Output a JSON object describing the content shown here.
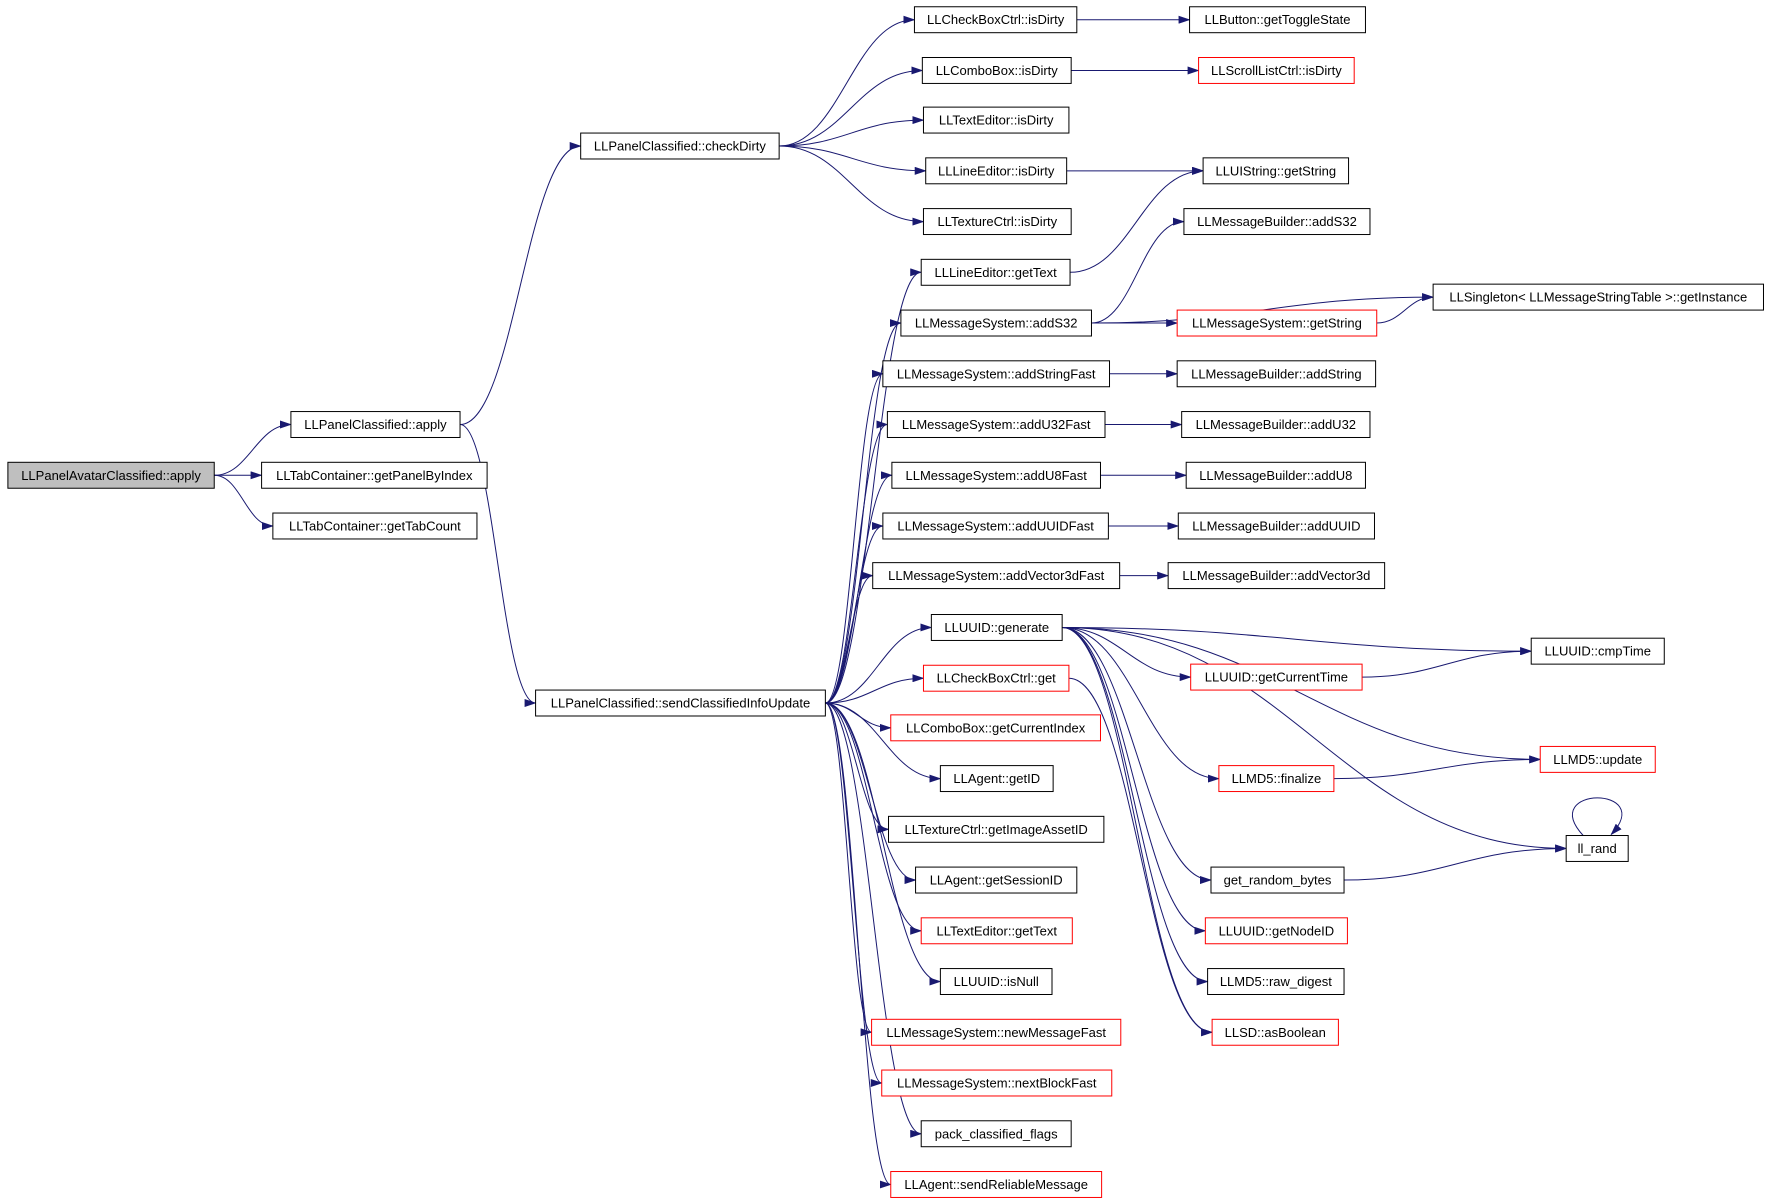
{
  "colors": {
    "edge": "#191970",
    "truncated_border": "#ff0000",
    "root_fill": "#bfbfbf"
  },
  "nodes": [
    {
      "id": "root",
      "label": "LLPanelAvatarClassified::apply",
      "kind": "root"
    },
    {
      "id": "pc_apply",
      "label": "LLPanelClassified::apply",
      "kind": "normal"
    },
    {
      "id": "tab_getPanel",
      "label": "LLTabContainer::getPanelByIndex",
      "kind": "normal"
    },
    {
      "id": "tab_getCount",
      "label": "LLTabContainer::getTabCount",
      "kind": "normal"
    },
    {
      "id": "checkDirty",
      "label": "LLPanelClassified::checkDirty",
      "kind": "normal"
    },
    {
      "id": "sendInfo",
      "label": "LLPanelClassified::sendClassifiedInfoUpdate",
      "kind": "normal"
    },
    {
      "id": "cb_isDirty",
      "label": "LLCheckBoxCtrl::isDirty",
      "kind": "normal"
    },
    {
      "id": "combo_isDirty",
      "label": "LLComboBox::isDirty",
      "kind": "normal"
    },
    {
      "id": "te_isDirty",
      "label": "LLTextEditor::isDirty",
      "kind": "normal"
    },
    {
      "id": "le_isDirty",
      "label": "LLLineEditor::isDirty",
      "kind": "normal"
    },
    {
      "id": "tex_isDirty",
      "label": "LLTextureCtrl::isDirty",
      "kind": "normal"
    },
    {
      "id": "btn_toggle",
      "label": "LLButton::getToggleState",
      "kind": "normal"
    },
    {
      "id": "sl_isDirty",
      "label": "LLScrollListCtrl::isDirty",
      "kind": "truncated"
    },
    {
      "id": "uistring",
      "label": "LLUIString::getString",
      "kind": "normal"
    },
    {
      "id": "le_getText",
      "label": "LLLineEditor::getText",
      "kind": "normal"
    },
    {
      "id": "ms_addS32",
      "label": "LLMessageSystem::addS32",
      "kind": "normal"
    },
    {
      "id": "mb_addS32",
      "label": "LLMessageBuilder::addS32",
      "kind": "normal"
    },
    {
      "id": "ms_getString",
      "label": "LLMessageSystem::getString",
      "kind": "truncated"
    },
    {
      "id": "singleton",
      "label": "LLSingleton< LLMessageStringTable >::getInstance",
      "kind": "normal"
    },
    {
      "id": "ms_addStrFast",
      "label": "LLMessageSystem::addStringFast",
      "kind": "normal"
    },
    {
      "id": "mb_addString",
      "label": "LLMessageBuilder::addString",
      "kind": "normal"
    },
    {
      "id": "ms_addU32",
      "label": "LLMessageSystem::addU32Fast",
      "kind": "normal"
    },
    {
      "id": "mb_addU32",
      "label": "LLMessageBuilder::addU32",
      "kind": "normal"
    },
    {
      "id": "ms_addU8",
      "label": "LLMessageSystem::addU8Fast",
      "kind": "normal"
    },
    {
      "id": "mb_addU8",
      "label": "LLMessageBuilder::addU8",
      "kind": "normal"
    },
    {
      "id": "ms_addUUID",
      "label": "LLMessageSystem::addUUIDFast",
      "kind": "normal"
    },
    {
      "id": "mb_addUUID",
      "label": "LLMessageBuilder::addUUID",
      "kind": "normal"
    },
    {
      "id": "ms_addVec",
      "label": "LLMessageSystem::addVector3dFast",
      "kind": "normal"
    },
    {
      "id": "mb_addVec",
      "label": "LLMessageBuilder::addVector3d",
      "kind": "normal"
    },
    {
      "id": "uuid_gen",
      "label": "LLUUID::generate",
      "kind": "normal"
    },
    {
      "id": "uuid_cmp",
      "label": "LLUUID::cmpTime",
      "kind": "normal"
    },
    {
      "id": "uuid_curtime",
      "label": "LLUUID::getCurrentTime",
      "kind": "truncated"
    },
    {
      "id": "cb_get",
      "label": "LLCheckBoxCtrl::get",
      "kind": "truncated"
    },
    {
      "id": "combo_idx",
      "label": "LLComboBox::getCurrentIndex",
      "kind": "truncated"
    },
    {
      "id": "md5_update",
      "label": "LLMD5::update",
      "kind": "truncated"
    },
    {
      "id": "agent_getID",
      "label": "LLAgent::getID",
      "kind": "normal"
    },
    {
      "id": "md5_finalize",
      "label": "LLMD5::finalize",
      "kind": "truncated"
    },
    {
      "id": "tex_asset",
      "label": "LLTextureCtrl::getImageAssetID",
      "kind": "normal"
    },
    {
      "id": "ll_rand",
      "label": "ll_rand",
      "kind": "normal"
    },
    {
      "id": "rand_bytes",
      "label": "get_random_bytes",
      "kind": "normal"
    },
    {
      "id": "agent_sess",
      "label": "LLAgent::getSessionID",
      "kind": "normal"
    },
    {
      "id": "te_getText",
      "label": "LLTextEditor::getText",
      "kind": "truncated"
    },
    {
      "id": "uuid_node",
      "label": "LLUUID::getNodeID",
      "kind": "truncated"
    },
    {
      "id": "uuid_null",
      "label": "LLUUID::isNull",
      "kind": "normal"
    },
    {
      "id": "md5_raw",
      "label": "LLMD5::raw_digest",
      "kind": "normal"
    },
    {
      "id": "ms_newMsg",
      "label": "LLMessageSystem::newMessageFast",
      "kind": "truncated"
    },
    {
      "id": "llsd_bool",
      "label": "LLSD::asBoolean",
      "kind": "truncated"
    },
    {
      "id": "ms_nextBlock",
      "label": "LLMessageSystem::nextBlockFast",
      "kind": "truncated"
    },
    {
      "id": "pack_flags",
      "label": "pack_classified_flags",
      "kind": "normal"
    },
    {
      "id": "agent_send",
      "label": "LLAgent::sendReliableMessage",
      "kind": "truncated"
    }
  ],
  "edges": [
    [
      "root",
      "pc_apply"
    ],
    [
      "root",
      "tab_getPanel"
    ],
    [
      "root",
      "tab_getCount"
    ],
    [
      "pc_apply",
      "checkDirty"
    ],
    [
      "pc_apply",
      "sendInfo"
    ],
    [
      "checkDirty",
      "cb_isDirty"
    ],
    [
      "checkDirty",
      "combo_isDirty"
    ],
    [
      "checkDirty",
      "te_isDirty"
    ],
    [
      "checkDirty",
      "le_isDirty"
    ],
    [
      "checkDirty",
      "tex_isDirty"
    ],
    [
      "cb_isDirty",
      "btn_toggle"
    ],
    [
      "combo_isDirty",
      "sl_isDirty"
    ],
    [
      "le_isDirty",
      "uistring"
    ],
    [
      "sendInfo",
      "le_getText"
    ],
    [
      "sendInfo",
      "ms_addS32"
    ],
    [
      "sendInfo",
      "ms_addStrFast"
    ],
    [
      "sendInfo",
      "ms_addU32"
    ],
    [
      "sendInfo",
      "ms_addU8"
    ],
    [
      "sendInfo",
      "ms_addUUID"
    ],
    [
      "sendInfo",
      "ms_addVec"
    ],
    [
      "sendInfo",
      "uuid_gen"
    ],
    [
      "sendInfo",
      "cb_get"
    ],
    [
      "sendInfo",
      "combo_idx"
    ],
    [
      "sendInfo",
      "agent_getID"
    ],
    [
      "sendInfo",
      "tex_asset"
    ],
    [
      "sendInfo",
      "agent_sess"
    ],
    [
      "sendInfo",
      "te_getText"
    ],
    [
      "sendInfo",
      "uuid_null"
    ],
    [
      "sendInfo",
      "ms_newMsg"
    ],
    [
      "sendInfo",
      "ms_nextBlock"
    ],
    [
      "sendInfo",
      "pack_flags"
    ],
    [
      "sendInfo",
      "agent_send"
    ],
    [
      "le_getText",
      "uistring"
    ],
    [
      "ms_addS32",
      "mb_addS32"
    ],
    [
      "ms_addS32",
      "ms_getString"
    ],
    [
      "ms_addS32",
      "singleton"
    ],
    [
      "ms_getString",
      "singleton"
    ],
    [
      "ms_addStrFast",
      "mb_addString"
    ],
    [
      "ms_addU32",
      "mb_addU32"
    ],
    [
      "ms_addU8",
      "mb_addU8"
    ],
    [
      "ms_addUUID",
      "mb_addUUID"
    ],
    [
      "ms_addVec",
      "mb_addVec"
    ],
    [
      "uuid_gen",
      "uuid_cmp"
    ],
    [
      "uuid_gen",
      "uuid_curtime"
    ],
    [
      "uuid_gen",
      "md5_update"
    ],
    [
      "uuid_gen",
      "md5_finalize"
    ],
    [
      "uuid_gen",
      "ll_rand"
    ],
    [
      "uuid_gen",
      "rand_bytes"
    ],
    [
      "uuid_gen",
      "uuid_node"
    ],
    [
      "uuid_gen",
      "md5_raw"
    ],
    [
      "uuid_gen",
      "llsd_bool"
    ],
    [
      "uuid_curtime",
      "uuid_cmp"
    ],
    [
      "md5_finalize",
      "md5_update"
    ],
    [
      "rand_bytes",
      "ll_rand"
    ],
    [
      "ll_rand",
      "ll_rand"
    ],
    [
      "cb_get",
      "llsd_bool"
    ]
  ]
}
